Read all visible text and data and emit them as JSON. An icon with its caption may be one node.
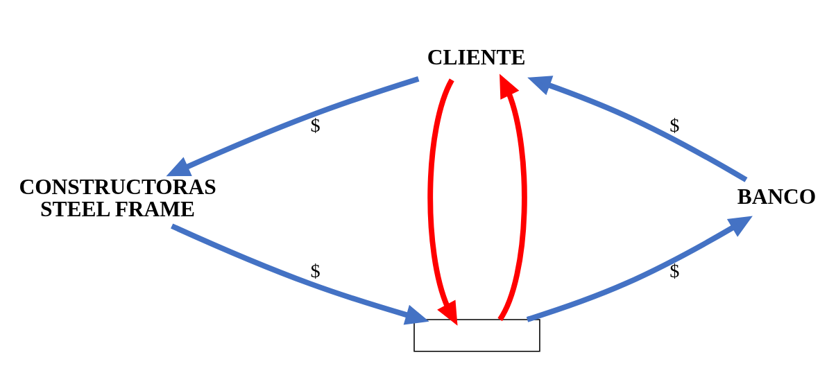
{
  "diagram": {
    "nodes": [
      {
        "text": [
          "CLIENTE"
        ]
      },
      {
        "text": [
          "CONSTRUCTORAS STEEL FRAME"
        ]
      },
      {
        "text": [],
        "shape": "box"
      },
      {
        "text": [
          "BANCO"
        ]
      }
    ],
    "edges": [
      {
        "from": 0,
        "to": 1,
        "arrow": "to",
        "label": "$",
        "color": "#4472c4"
      },
      {
        "from": 1,
        "to": 2,
        "arrow": "to",
        "label": "$",
        "color": "#4472c4"
      },
      {
        "from": 2,
        "to": 3,
        "arrow": "to",
        "label": "$",
        "color": "#4472c4"
      },
      {
        "from": 3,
        "to": 0,
        "arrow": "to",
        "label": "$",
        "color": "#4472c4"
      },
      {
        "from": 0,
        "to": 2,
        "arrow": "to",
        "color": "#ff0000"
      },
      {
        "from": 2,
        "to": 0,
        "arrow": "to",
        "color": "#ff0000"
      }
    ]
  }
}
